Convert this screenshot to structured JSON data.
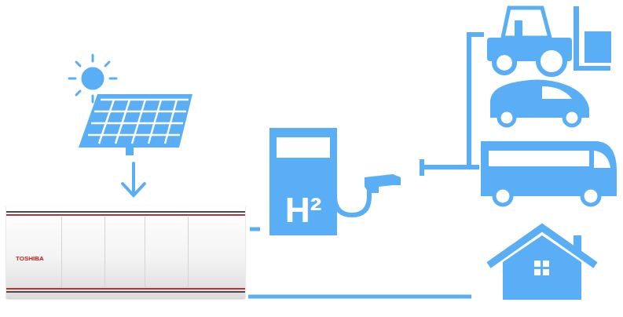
{
  "diagram": {
    "nodes": [
      {
        "text": [
          "TOSHIBA"
        ]
      },
      {
        "text": [
          "H²"
        ]
      }
    ],
    "edges": [
      {
        "from": 0,
        "to": 1,
        "arrow": "none"
      }
    ]
  }
}
